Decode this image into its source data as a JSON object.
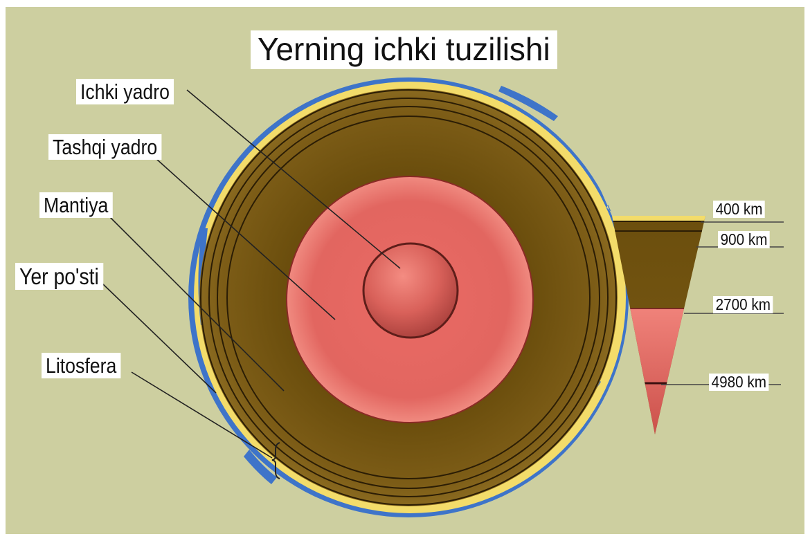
{
  "title": "Yerning  ichki tuzilishi",
  "layers": {
    "inner_core": "Ichki  yadro",
    "outer_core": "Tashqi  yadro",
    "mantle": "Mantiya",
    "crust": "Yer  po'sti",
    "lithosphere": "Litosfera"
  },
  "depths": [
    "400 km",
    "900 km",
    "2700 km",
    "4980 km"
  ],
  "colors": {
    "background": "#cdcfa0",
    "mantle": "#7a5a13",
    "outer_core": "#e0645e",
    "inner_core": "#cf5a52",
    "crust": "#f3dc6a",
    "ocean": "#3e74c9"
  }
}
